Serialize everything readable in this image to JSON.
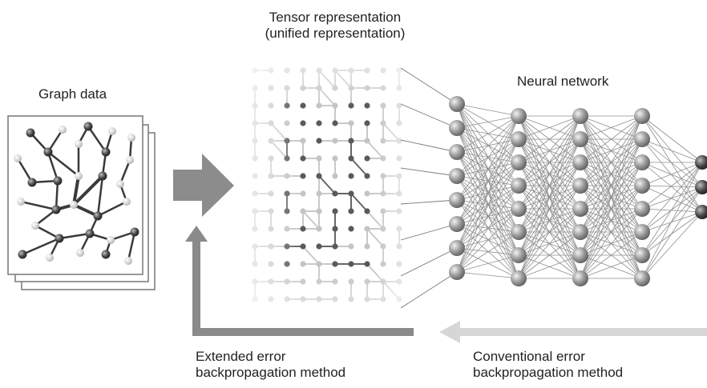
{
  "labels": {
    "graph_data": "Graph data",
    "tensor_line1": "Tensor representation",
    "tensor_line2": "(unified representation)",
    "neural_network": "Neural network",
    "extended_line1": "Extended error",
    "extended_line2": "backpropagation method",
    "conventional_line1": "Conventional error",
    "conventional_line2": "backpropagation method"
  },
  "colors": {
    "dark_node": "#555555",
    "light_node": "#c8c8c8",
    "arrow_dark": "#8a8a8a",
    "arrow_light": "#d4d4d4",
    "edge": "#3a3a3a"
  },
  "network": {
    "layers": [
      8,
      8,
      8,
      8,
      3
    ]
  }
}
